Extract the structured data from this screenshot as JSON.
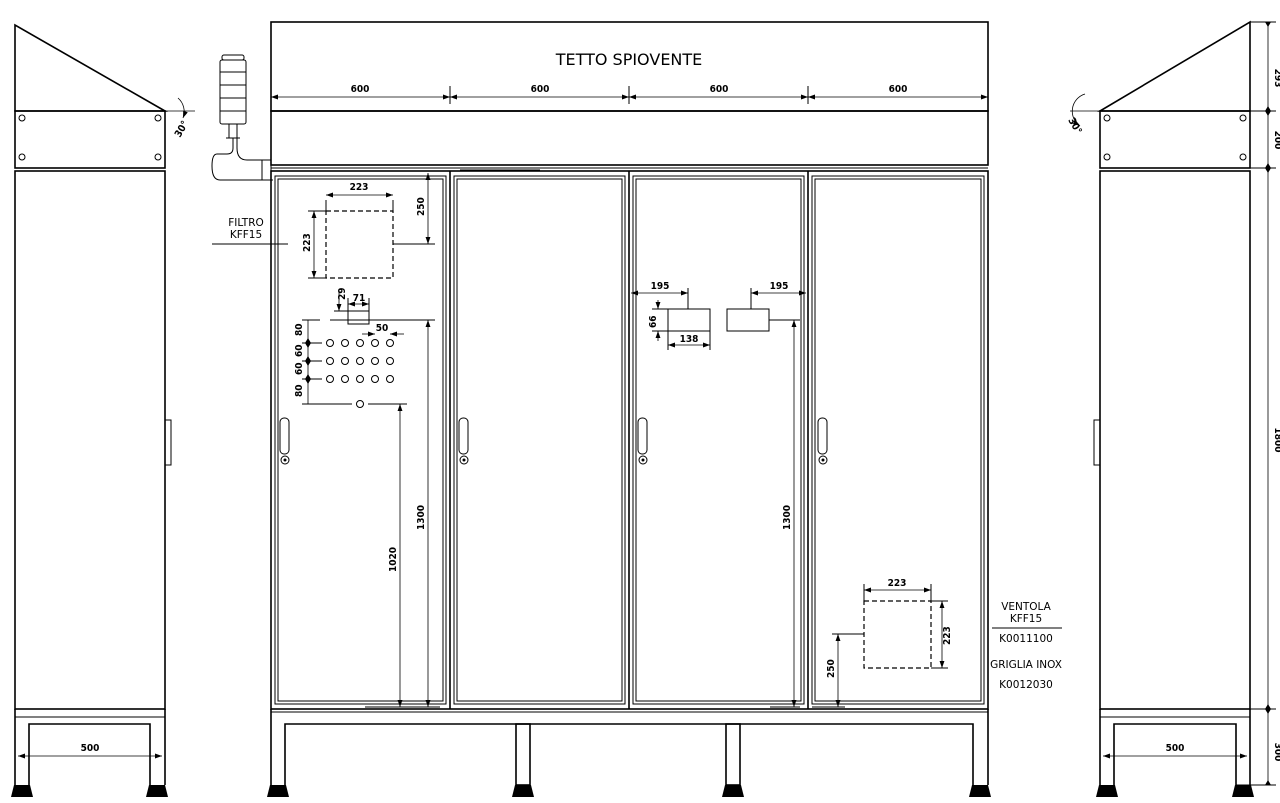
{
  "drawing": {
    "roof_label": "TETTO SPIOVENTE",
    "labels": {
      "filter_line1": "FILTRO",
      "filter_line2": "KFF15",
      "fan_line1": "VENTOLA",
      "fan_line2": "KFF15",
      "fan_code": "K0011100",
      "grille_line1": "GRIGLIA INOX",
      "grille_code": "K0012030"
    },
    "dimensions": {
      "bay1": "600",
      "bay2": "600",
      "bay3": "600",
      "bay4": "600",
      "filter_width": "223",
      "filter_height": "223",
      "filter_top_offset": "250",
      "small_box_w": "71",
      "small_box_h": "29",
      "hole_spacing": "50",
      "row1_v": "80",
      "row2_v": "60",
      "row3_v": "60",
      "row4_v": "80",
      "left_height_1020": "1020",
      "left_height_1300": "1300",
      "right_height_1300": "1300",
      "cut_left_offset": "195",
      "cut_right_offset": "195",
      "cut_height": "66",
      "cut_width": "138",
      "fan_width": "223",
      "fan_height": "223",
      "fan_bottom": "250",
      "left_base_depth": "500",
      "right_base_depth": "500",
      "roof_angle_left": "30°",
      "roof_angle_right": "30°",
      "side_roof_h": "293",
      "side_hood_h": "200",
      "side_body_h": "1800",
      "side_base_h": "300"
    }
  }
}
